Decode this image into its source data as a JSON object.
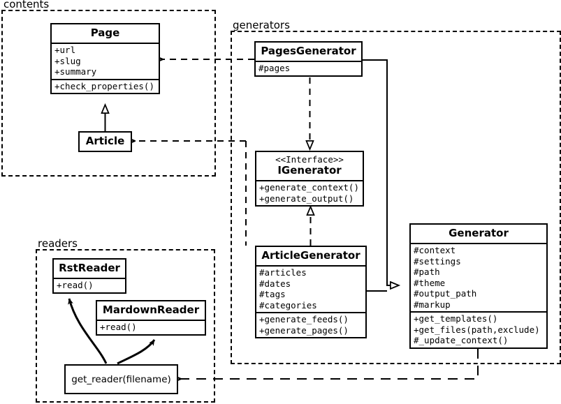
{
  "diagram": {
    "type": "uml-class-diagram",
    "packages": [
      {
        "id": "contents",
        "label": "contents"
      },
      {
        "id": "generators",
        "label": "generators"
      },
      {
        "id": "readers",
        "label": "readers"
      }
    ],
    "classes": [
      {
        "id": "page",
        "name": "Page",
        "package": "contents",
        "attributes": [
          "+url",
          "+slug",
          "+summary"
        ],
        "methods": [
          "+check_properties()"
        ]
      },
      {
        "id": "article",
        "name": "Article",
        "package": "contents",
        "attributes": [],
        "methods": []
      },
      {
        "id": "pages_generator",
        "name": "PagesGenerator",
        "package": "generators",
        "attributes": [
          "#pages"
        ],
        "methods": []
      },
      {
        "id": "igenerator",
        "name": "IGenerator",
        "stereotype": "<<Interface>>",
        "package": "generators",
        "attributes": [],
        "methods": [
          "+generate_context()",
          "+generate_output()"
        ]
      },
      {
        "id": "article_generator",
        "name": "ArticleGenerator",
        "package": "generators",
        "attributes": [
          "#articles",
          "#dates",
          "#tags",
          "#categories"
        ],
        "methods": [
          "+generate_feeds()",
          "+generate_pages()"
        ]
      },
      {
        "id": "generator",
        "name": "Generator",
        "package": "generators",
        "attributes": [
          "#context",
          "#settings",
          "#path",
          "#theme",
          "#output_path",
          "#markup"
        ],
        "methods": [
          "+get_templates()",
          "+get_files(path,exclude)",
          "#_update_context()"
        ]
      },
      {
        "id": "rst_reader",
        "name": "RstReader",
        "package": "readers",
        "attributes": [],
        "methods": [
          "+read()"
        ]
      },
      {
        "id": "mardown_reader",
        "name": "MardownReader",
        "package": "readers",
        "attributes": [],
        "methods": [
          "+read()"
        ]
      }
    ],
    "functions": [
      {
        "id": "get_reader",
        "label": "get_reader(filename)",
        "package": "readers"
      }
    ],
    "relationships": [
      {
        "from": "article",
        "to": "page",
        "type": "generalization",
        "style": "solid",
        "arrow": "hollow-triangle"
      },
      {
        "from": "pages_generator",
        "to": "page",
        "type": "dependency",
        "style": "dashed",
        "arrow": "open"
      },
      {
        "from": "article_generator",
        "to": "article",
        "type": "dependency",
        "style": "dashed",
        "arrow": "open"
      },
      {
        "from": "pages_generator",
        "to": "igenerator",
        "type": "realization",
        "style": "dashed",
        "arrow": "hollow-triangle"
      },
      {
        "from": "article_generator",
        "to": "igenerator",
        "type": "realization",
        "style": "dashed",
        "arrow": "hollow-triangle"
      },
      {
        "from": "pages_generator",
        "to": "generator",
        "type": "generalization",
        "style": "solid",
        "arrow": "hollow-triangle"
      },
      {
        "from": "article_generator",
        "to": "generator",
        "type": "generalization",
        "style": "solid",
        "arrow": "hollow-triangle"
      },
      {
        "from": "get_reader",
        "to": "rst_reader",
        "type": "creates",
        "style": "curved-solid",
        "arrow": "filled"
      },
      {
        "from": "get_reader",
        "to": "mardown_reader",
        "type": "creates",
        "style": "curved-solid",
        "arrow": "filled"
      },
      {
        "from": "generator",
        "to": "get_reader",
        "type": "dependency",
        "style": "dashed",
        "arrow": "open"
      }
    ],
    "colors": {
      "stroke": "#000000",
      "fill": "#ffffff"
    }
  }
}
